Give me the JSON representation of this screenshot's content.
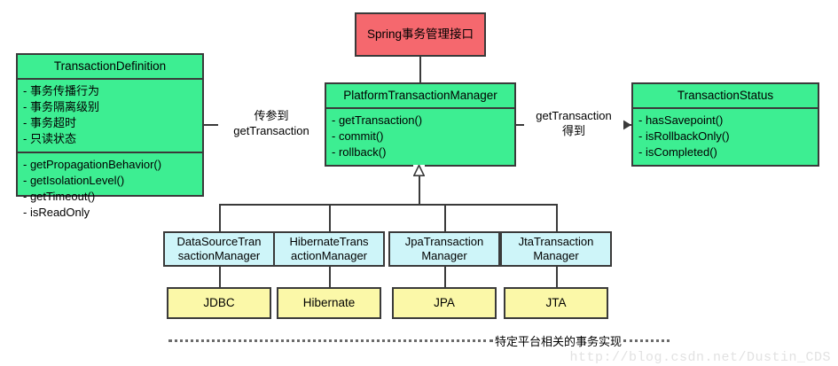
{
  "diagram": {
    "title": "Spring Transaction Management Class Diagram",
    "colors": {
      "interface_fill": "#3dee92",
      "spring_fill": "#f5686e",
      "impl_fill": "#cef5f9",
      "tech_fill": "#fbf8a8",
      "line": "#3a3a3a",
      "watermark": "#e2e2e2"
    },
    "spring_interface": {
      "label": "Spring事务管理接口"
    },
    "transaction_definition": {
      "title": "TransactionDefinition",
      "attributes": [
        "- 事务传播行为",
        "- 事务隔离级别",
        "- 事务超时",
        "- 只读状态"
      ],
      "methods": [
        "- getPropagationBehavior()",
        "- getIsolationLevel()",
        "- getTimeout()",
        "- isReadOnly"
      ]
    },
    "platform_transaction_manager": {
      "title": "PlatformTransactionManager",
      "methods": [
        "- getTransaction()",
        "- commit()",
        "- rollback()"
      ]
    },
    "transaction_status": {
      "title": "TransactionStatus",
      "methods": [
        "- hasSavepoint()",
        "- isRollbackOnly()",
        "- isCompleted()"
      ]
    },
    "edges": {
      "left": {
        "line1": "传参到",
        "line2": "getTransaction"
      },
      "right": {
        "line1": "getTransaction",
        "line2": "得到"
      }
    },
    "implementations": [
      {
        "line1": "DataSourceTran",
        "line2": "sactionManager",
        "tech": "JDBC"
      },
      {
        "line1": "HibernateTrans",
        "line2": "actionManager",
        "tech": "Hibernate"
      },
      {
        "line1": "JpaTransaction",
        "line2": "Manager",
        "tech": "JPA"
      },
      {
        "line1": "JtaTransaction",
        "line2": "Manager",
        "tech": "JTA"
      }
    ],
    "footer_note": "特定平台相关的事务实现",
    "watermark": "http://blog.csdn.net/Dustin_CDS"
  }
}
